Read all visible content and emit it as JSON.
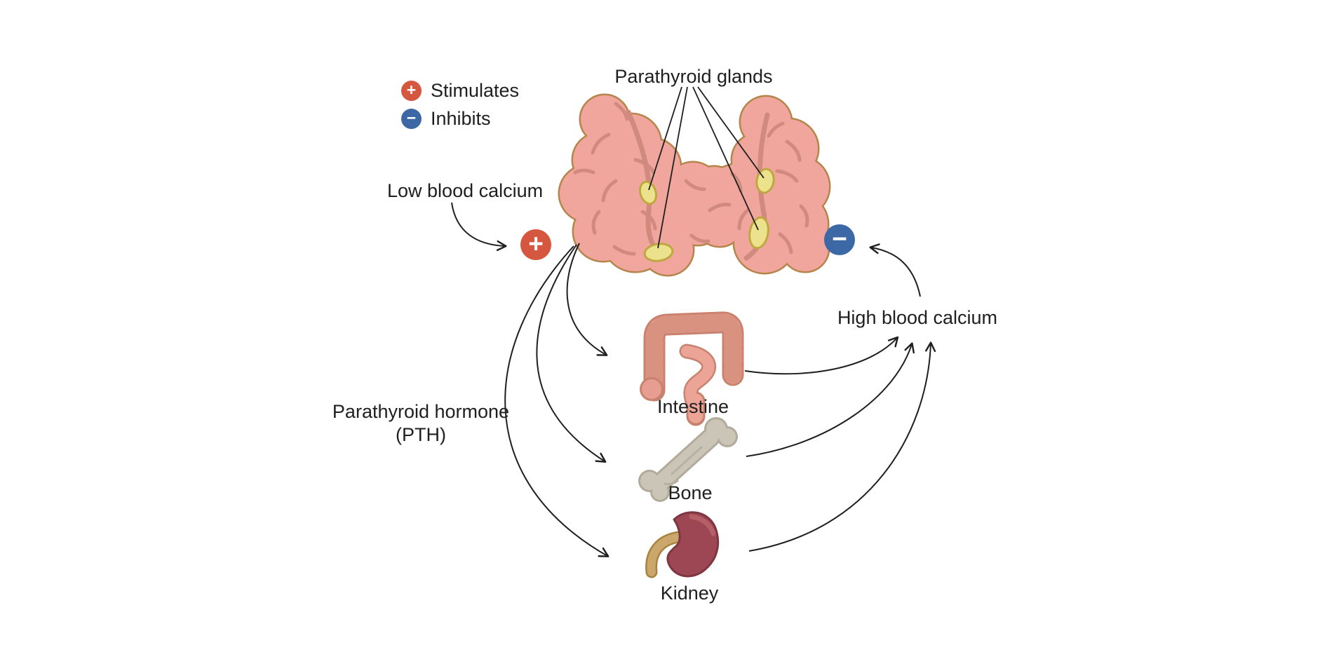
{
  "legend": {
    "items": [
      {
        "symbol": "+",
        "label": "Stimulates",
        "color": "#d6573f"
      },
      {
        "symbol": "−",
        "label": "Inhibits",
        "color": "#3c68a6"
      }
    ]
  },
  "labels": {
    "parathyroid_glands": "Parathyroid glands",
    "low_blood_calcium": "Low blood calcium",
    "high_blood_calcium": "High blood calcium",
    "pth_line1": "Parathyroid hormone",
    "pth_line2": "(PTH)"
  },
  "badges": {
    "stimulates_symbol": "+",
    "inhibits_symbol": "−"
  },
  "organs": [
    {
      "name": "Intestine"
    },
    {
      "name": "Bone"
    },
    {
      "name": "Kidney"
    }
  ],
  "colors": {
    "stimulates_red": "#d6573f",
    "inhibits_blue": "#3c68a6",
    "thyroid_fill": "#f0a59d",
    "thyroid_outline": "#b5854b",
    "thyroid_veins": "#d18a7e",
    "parathyroid_gland_fill": "#ece18d",
    "parathyroid_gland_outline": "#bfa83f",
    "intestine_fill": "#e79d8f",
    "intestine_outline": "#c8826f",
    "bone_fill": "#cbc5b8",
    "bone_outline": "#b2aa9a",
    "kidney_fill": "#9e4754",
    "kidney_outline": "#7e3640",
    "ureter_fill": "#cba76b",
    "arrow_color": "#1f1f1f",
    "background": "#ffffff"
  }
}
